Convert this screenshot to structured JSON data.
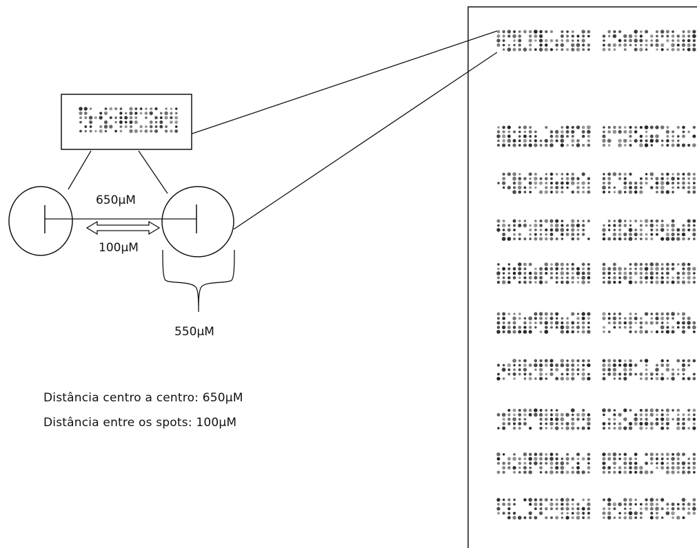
{
  "labels": {
    "center_distance": "650µM",
    "spot_gap": "100µM",
    "spot_diameter": "550µM"
  },
  "notes": {
    "center_to_center": "Distância centro a centro: 650µM",
    "between_spots": "Distância entre os spots: 100µM"
  },
  "colors": {
    "line": "#111111",
    "spot": "#222222",
    "background": "#ffffff"
  }
}
